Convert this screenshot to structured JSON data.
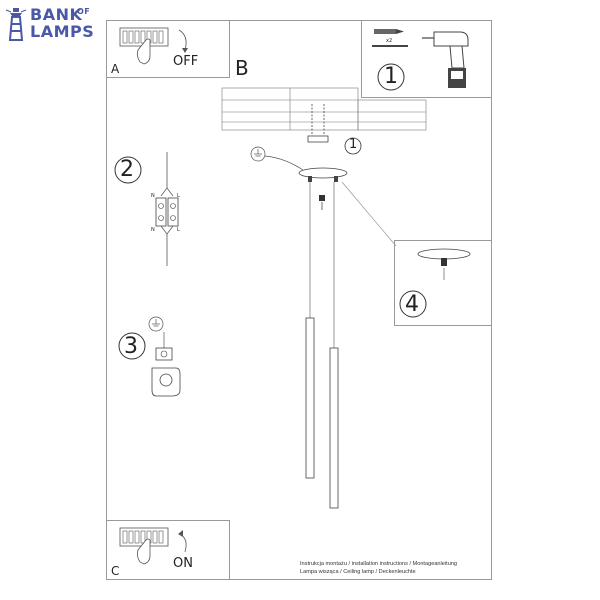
{
  "brand": {
    "line1": "BANK",
    "of": "OF",
    "line2": "LAMPS",
    "color": "#4a58a6"
  },
  "panels": {
    "a": {
      "letter": "A",
      "state": "OFF"
    },
    "b": {
      "letter": "B"
    },
    "c": {
      "letter": "C",
      "state": "ON"
    }
  },
  "steps": {
    "s1": "1",
    "s2": "2",
    "s3": "3",
    "s4": "4",
    "callout": "1"
  },
  "parts": {
    "qty": "x2"
  },
  "wiring": {
    "n": "N",
    "l": "L"
  },
  "footer": {
    "line1": "Instrukcja montażu / installation instructions / Montageanleitung",
    "line2": "Lampa wisząca / Ceiling lamp / Deckenleuchte"
  }
}
